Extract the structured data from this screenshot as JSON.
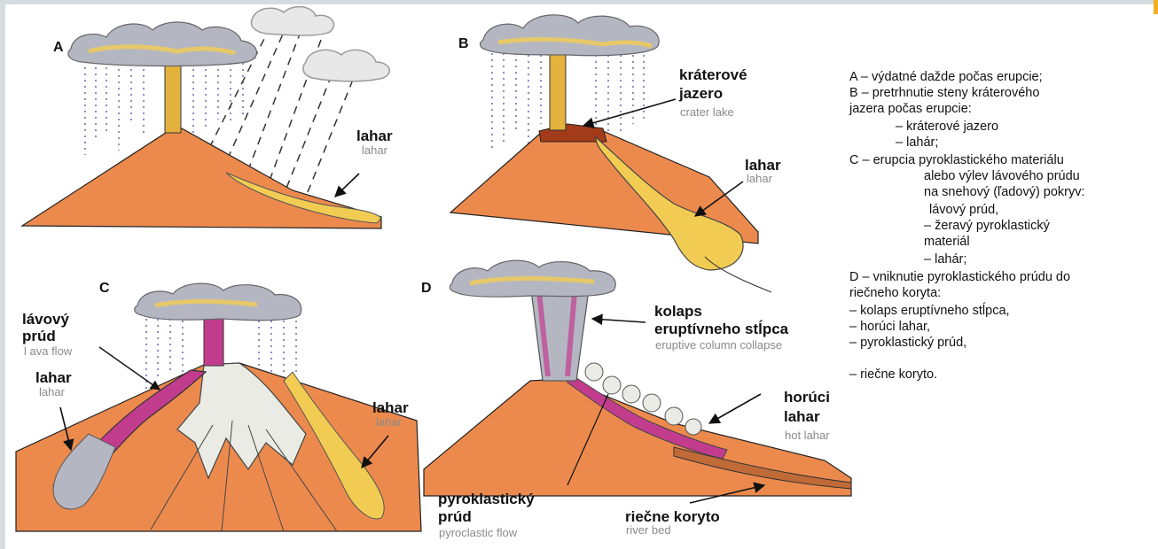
{
  "panels": {
    "a": "A",
    "b": "B",
    "c": "C",
    "d": "D"
  },
  "labels": {
    "a_lahar": "lahar",
    "a_lahar_en": "lahar",
    "b_crater_sk_1": "kráterové",
    "b_crater_sk_2": "jazero",
    "b_crater_en": "crater lake",
    "b_lahar": "lahar",
    "b_lahar_en": "lahar",
    "c_lava_sk_1": "lávový",
    "c_lava_sk_2": "prúd",
    "c_lava_en": "l ava flow",
    "c_lahar_left": "lahar",
    "c_lahar_left_en": "lahar",
    "c_lahar_right": "lahar",
    "c_lahar_right_en": "lahar",
    "d_kolaps_1": "kolaps",
    "d_kolaps_2": "eruptívneho stĺpca",
    "d_kolaps_en": "eruptive column collapse",
    "d_hot_1": "horúci",
    "d_hot_2": "lahar",
    "d_hot_en": "hot lahar",
    "d_pyro_1": "pyroklastický",
    "d_pyro_2": "prúd",
    "d_pyro_en": "pyroclastic flow",
    "d_river": "riečne koryto",
    "d_river_en": "river bed"
  },
  "legend": [
    "A –  výdatné dažde počas erupcie;",
    "B –  pretrhnutie steny kráterového",
    "jazera počas erupcie:",
    "– kráterové jazero",
    "– lahár;",
    "C – erupcia pyroklastického materiálu",
    "alebo výlev lávového prúdu",
    "na snehový (ľadový) pokryv:",
    "lávový prúd,",
    "– žeravý pyroklastický",
    "materiál",
    "– lahár;",
    "D – vniknutie pyroklastického prúdu do",
    "riečneho koryta:",
    "–  kolaps eruptívneho stĺpca,",
    "–  horúci lahar,",
    "–  pyroklastický prúd,",
    "–  riečne koryto."
  ],
  "colors": {
    "volcano": "#ec8a4e",
    "lahar": "#f2cc52",
    "ash": "#b4b7c2",
    "snow": "#e9ebe4",
    "lava": "#c23c8e",
    "arrow": "#111111",
    "rain": "#8a8fc2"
  }
}
